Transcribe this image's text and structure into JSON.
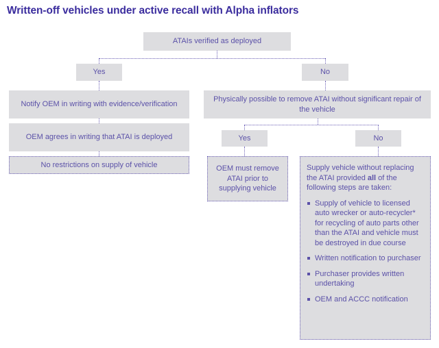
{
  "title": "Written-off vehicles under active recall with Alpha inflators",
  "theme": {
    "title_color": "#3b2d9e",
    "text_color": "#5b51a8",
    "box_fill": "#dddde0",
    "border_color": "#6b5fb5",
    "background": "#ffffff"
  },
  "flowchart": {
    "type": "decision-tree",
    "root": {
      "id": "root",
      "label": "ATAIs verified as deployed"
    },
    "branches": {
      "yes_left": "Yes",
      "no_right": "No",
      "yes_inner": "Yes",
      "no_inner": "No"
    },
    "left_path": [
      "Notify OEM in writing with evidence/verification",
      "OEM agrees in writing that ATAI is deployed"
    ],
    "left_outcome": "No restrictions on supply of vehicle",
    "right_decision": "Physically possible to remove ATAI without significant repair of the vehicle",
    "right_yes_outcome": "OEM must remove ATAI prior to supplying vehicle",
    "right_no_outcome": {
      "lead_before_bold": "Supply vehicle without replacing the ATAI provided ",
      "lead_bold": "all",
      "lead_after_bold": " of the following steps are taken:",
      "steps": [
        "Supply of vehicle to licensed auto wrecker or auto-recycler* for recycling of auto parts other than the ATAI and vehicle must be destroyed in due course",
        "Written notification to purchaser",
        "Purchaser provides written undertaking",
        "OEM and ACCC notification"
      ]
    }
  }
}
